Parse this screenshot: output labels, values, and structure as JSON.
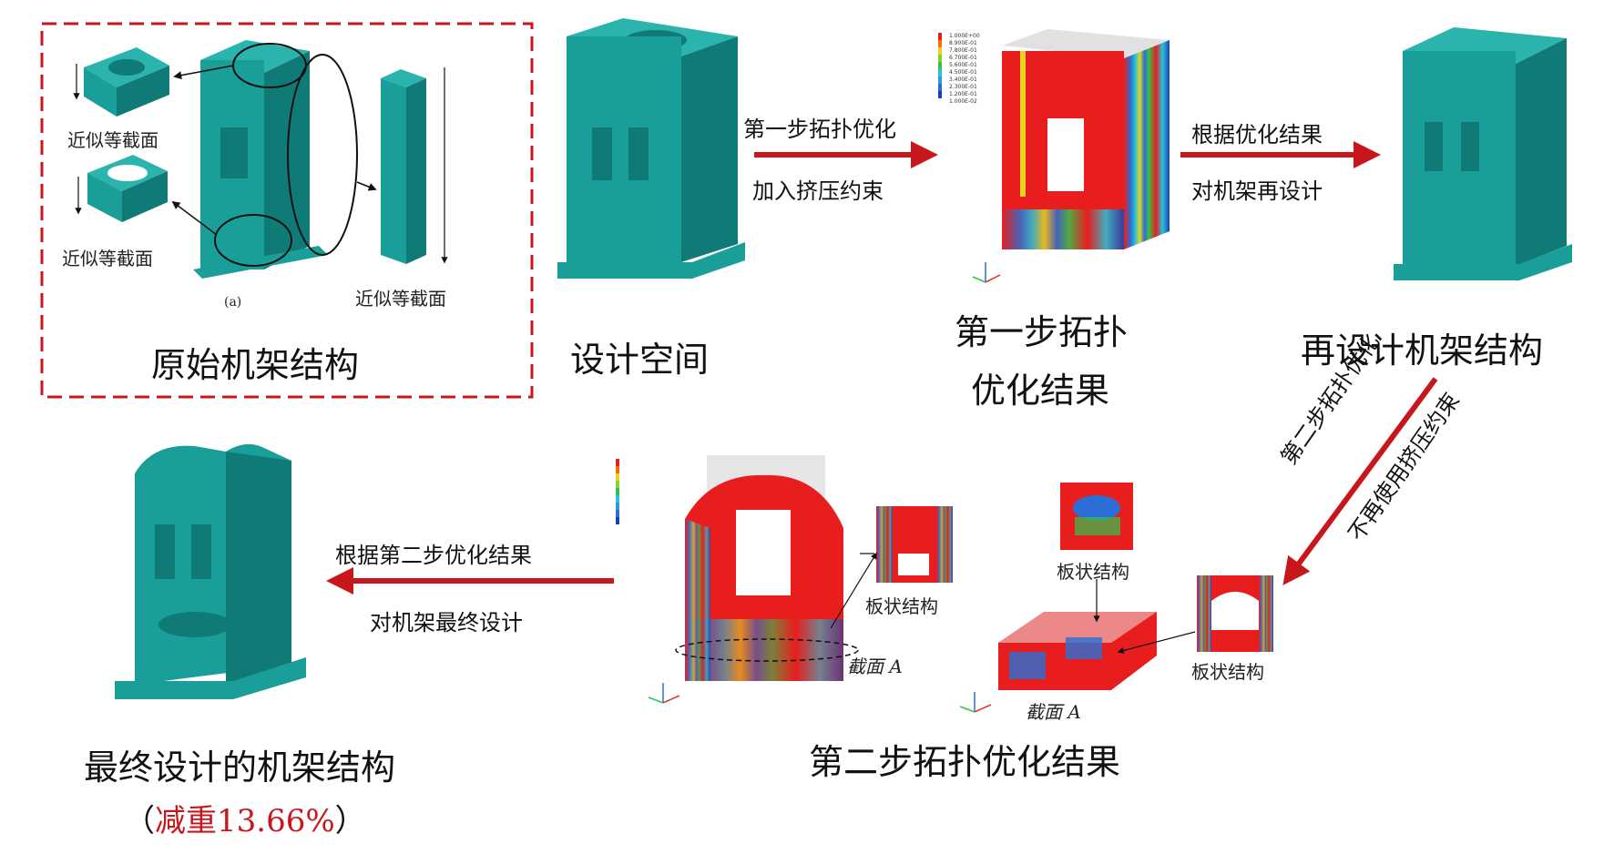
{
  "original": {
    "title": "原始机架结构",
    "label_top": "近似等截面",
    "label_mid": "近似等截面",
    "label_right": "近似等截面",
    "subfig": "(a)"
  },
  "design_space": {
    "title": "设计空间"
  },
  "arrow1": {
    "line1": "第一步拓扑优化",
    "line2": "加入挤压约束"
  },
  "step1_result": {
    "title_line1": "第一步拓扑",
    "title_line2": "优化结果"
  },
  "arrow2": {
    "line1": "根据优化结果",
    "line2": "对机架再设计"
  },
  "redesign": {
    "title": "再设计机架结构"
  },
  "arrow3": {
    "line1": "第二步拓扑优化",
    "line2": "不再使用挤压约束"
  },
  "step2_result": {
    "title": "第二步拓扑优化结果",
    "plate1": "板状结构",
    "plate2": "板状结构",
    "plate3": "板状结构",
    "section1": "截面 A",
    "section2": "截面 A"
  },
  "arrow4": {
    "line1": "根据第二步优化结果",
    "line2": "对机架最终设计"
  },
  "final": {
    "title": "最终设计的机架结构",
    "paren_open": "（",
    "reduction": "减重13.66%",
    "paren_close": "）"
  },
  "legend": {
    "values": [
      "1.000E+00",
      "8.900E-01",
      "7.800E-01",
      "6.700E-01",
      "5.600E-01",
      "4.500E-01",
      "3.400E-01",
      "2.300E-01",
      "1.200E-01",
      "1.000E-02"
    ]
  },
  "colors": {
    "teal": "#1a9e9a",
    "teal_dark": "#0f7a76",
    "red": "#c8161d",
    "contour_red": "#e81e1e"
  }
}
